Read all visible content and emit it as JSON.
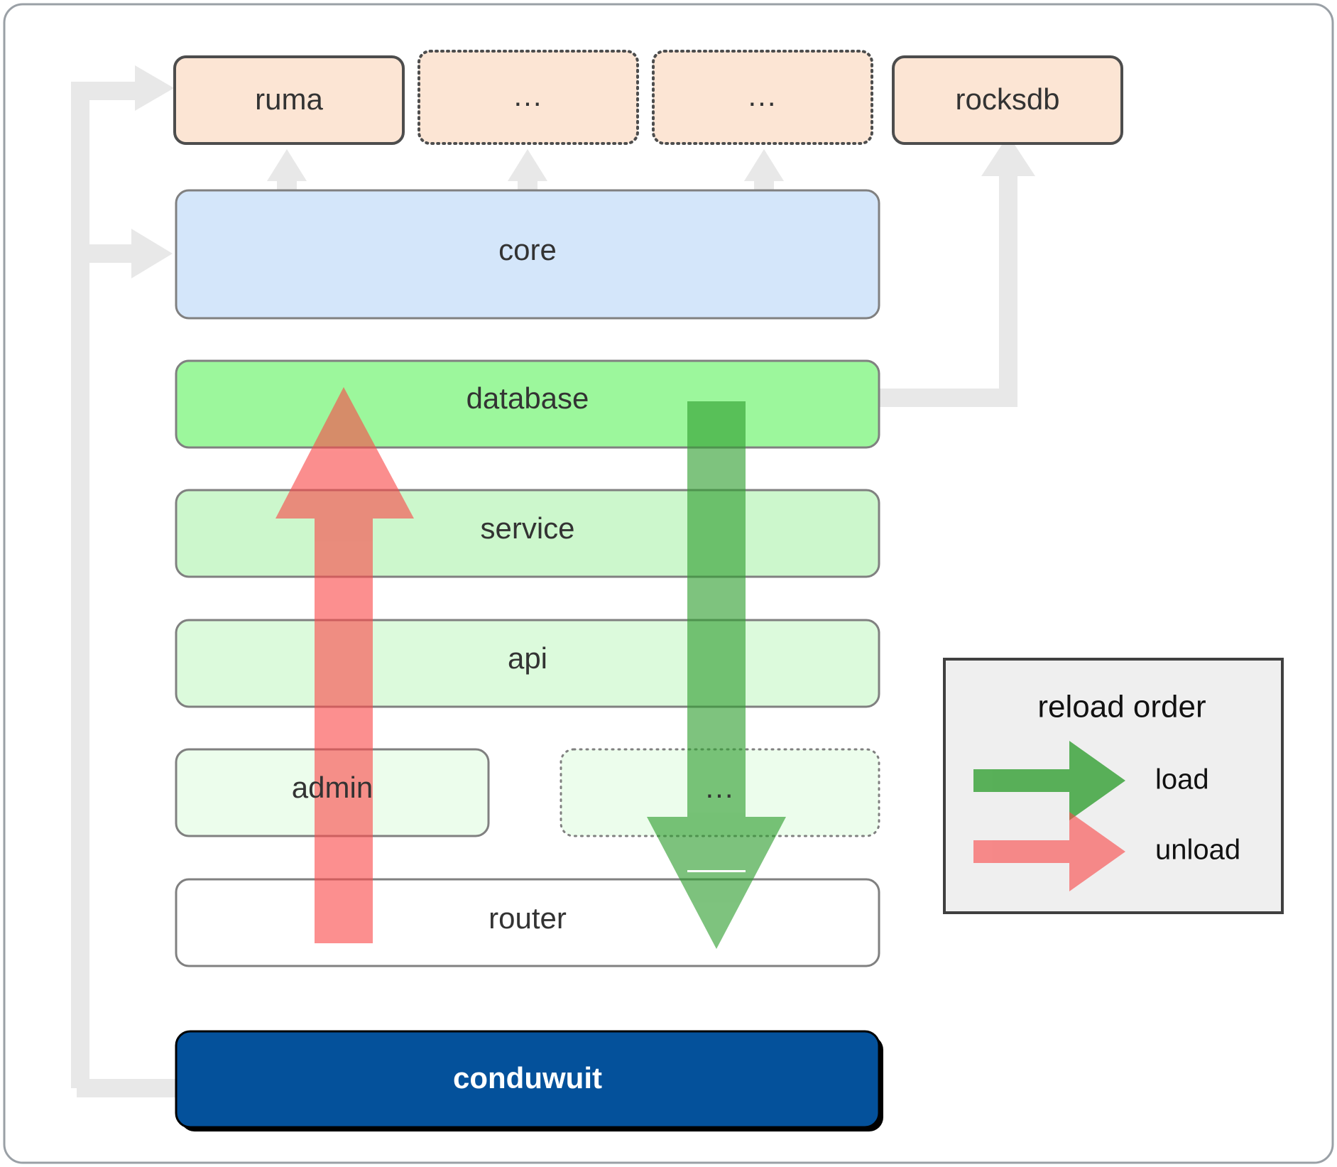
{
  "diagram": {
    "title": "conduwuit crate architecture / reload order",
    "frame": {
      "border_color": "#9aa0a6",
      "background": "#ffffff"
    },
    "external_row": {
      "name": "external-dependencies-row",
      "boxes": [
        {
          "id": "ruma",
          "label": "ruma",
          "style": "solid",
          "fill": "#fce5d4",
          "stroke": "#4d4d4d"
        },
        {
          "id": "ellipsis-1",
          "label": "...",
          "style": "dotted",
          "fill": "#fce5d4",
          "stroke": "#4d4d4d"
        },
        {
          "id": "ellipsis-2",
          "label": "...",
          "style": "dotted",
          "fill": "#fce5d4",
          "stroke": "#4d4d4d"
        },
        {
          "id": "rocksdb",
          "label": "rocksdb",
          "style": "solid",
          "fill": "#fce5d4",
          "stroke": "#4d4d4d"
        }
      ]
    },
    "layers": [
      {
        "id": "core",
        "label": "core",
        "fill": "#d4e6fa",
        "stroke": "#808080"
      },
      {
        "id": "database",
        "label": "database",
        "fill": "#9cf79c",
        "stroke": "#808080"
      },
      {
        "id": "service",
        "label": "service",
        "fill": "#ccf7cc",
        "stroke": "#808080"
      },
      {
        "id": "api",
        "label": "api",
        "fill": "#dcfadc",
        "stroke": "#808080"
      },
      {
        "id": "admin",
        "label": "admin",
        "fill": "#ecfdec",
        "stroke": "#808080",
        "style": "solid"
      },
      {
        "id": "layer-ellipsis",
        "label": "...",
        "fill": "#ecfdec",
        "stroke": "#808080",
        "style": "dotted"
      },
      {
        "id": "router",
        "label": "router",
        "fill": "#ffffff",
        "stroke": "#808080"
      }
    ],
    "binary": {
      "id": "conduwuit",
      "label": "conduwuit",
      "fill": "#04519b",
      "stroke": "#000000",
      "text_color": "#ffffff"
    },
    "legend": {
      "title": "reload order",
      "background": "#efefef",
      "border_color": "#404040",
      "entries": [
        {
          "id": "load",
          "label": "load",
          "color": "#5aad5a"
        },
        {
          "id": "unload",
          "label": "unload",
          "color": "#fa8282"
        }
      ]
    },
    "arrows": {
      "load_color": "#5aad5a",
      "unload_color": "#fa8282",
      "connector_color": "#e8e8e8"
    }
  }
}
